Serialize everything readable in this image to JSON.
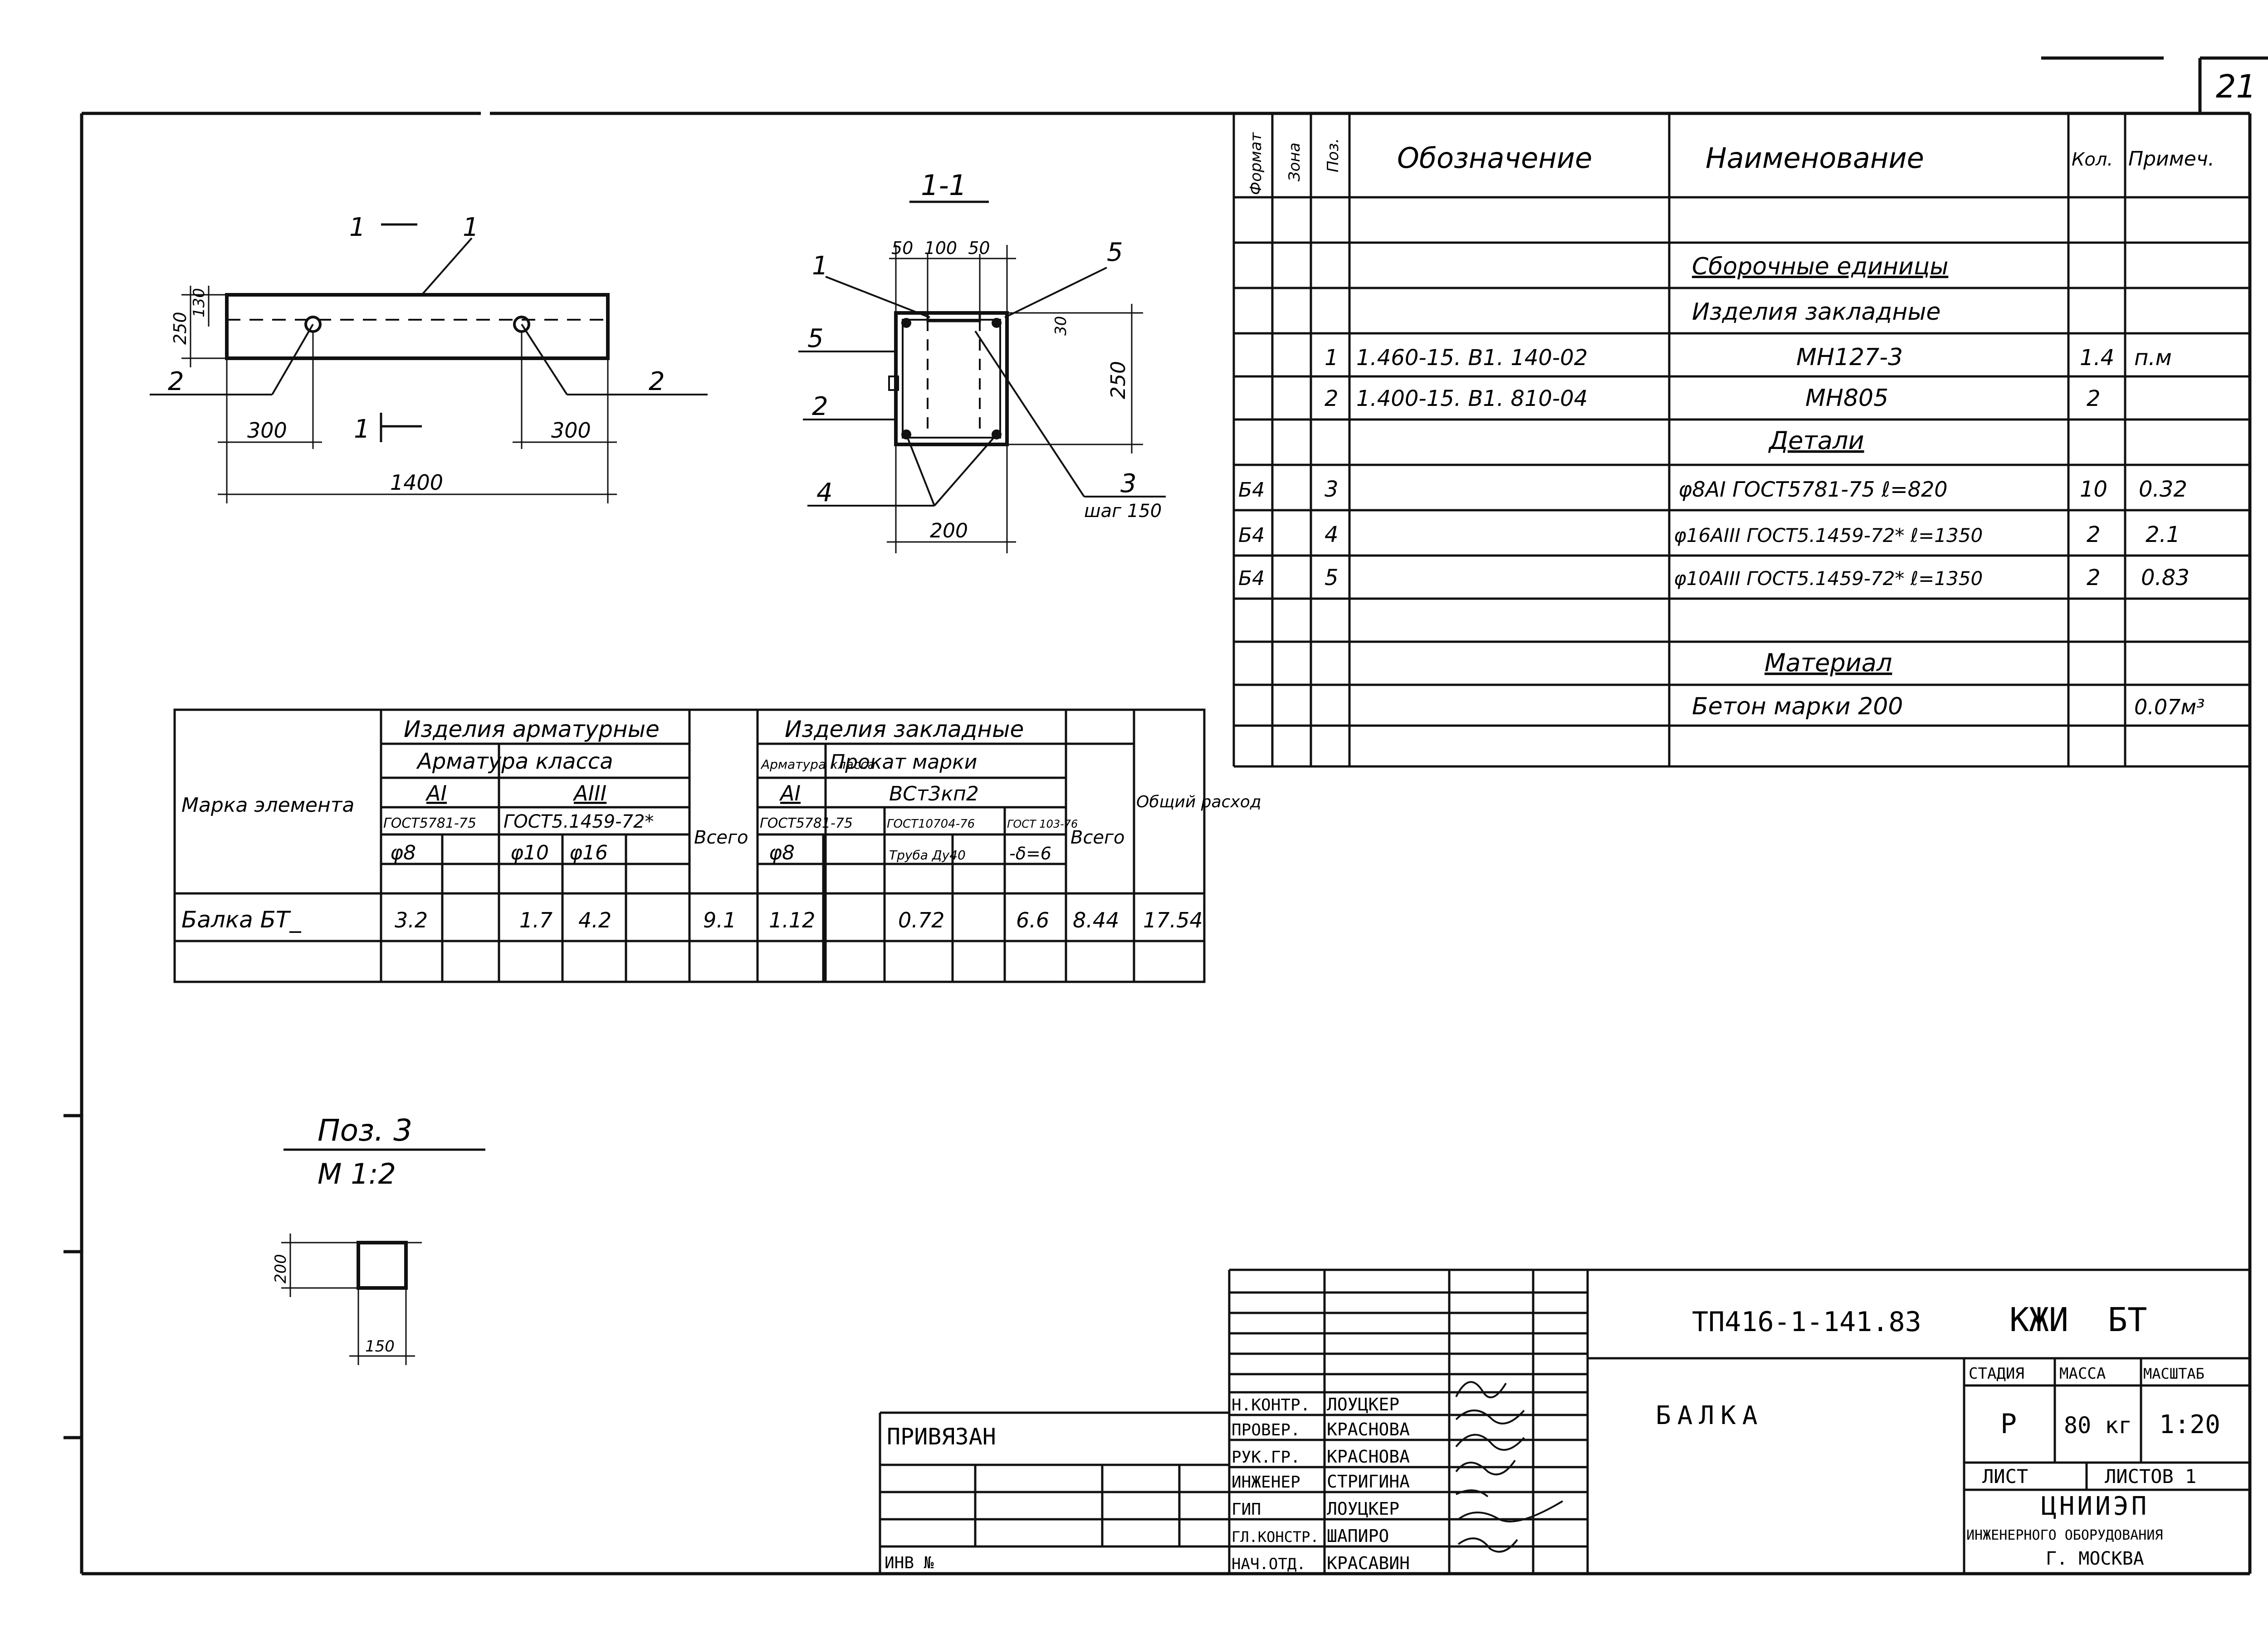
{
  "sheet_number": "21",
  "spec": {
    "headers": {
      "format": "Формат",
      "zone": "Зона",
      "pos": "Поз.",
      "designation": "Обозначение",
      "name": "Наименование",
      "qty": "Кол.",
      "note": "Примеч."
    },
    "section_assembly": "Сборочные единицы",
    "section_embedded": "Изделия закладные",
    "rows_embedded": [
      {
        "pos": "1",
        "designation": "1.460-15. В1. 140-02",
        "name": "МН127-3",
        "qty": "1.4",
        "note": "п.м"
      },
      {
        "pos": "2",
        "designation": "1.400-15. В1. 810-04",
        "name": "МН805",
        "qty": "2",
        "note": ""
      }
    ],
    "section_details": "Детали",
    "rows_details": [
      {
        "format": "Б4",
        "pos": "3",
        "name": "φ8AI  ГОСТ5781-75   ℓ=820",
        "qty": "10",
        "note": "0.32"
      },
      {
        "format": "Б4",
        "pos": "4",
        "name": "φ16AIII ГОСТ5.1459-72*  ℓ=1350",
        "qty": "2",
        "note": "2.1"
      },
      {
        "format": "Б4",
        "pos": "5",
        "name": "φ10AIII ГОСТ5.1459-72*  ℓ=1350",
        "qty": "2",
        "note": "0.83"
      }
    ],
    "section_material": "Материал",
    "material": {
      "name": "Бетон  марки  200",
      "note": "0.07м³"
    }
  },
  "view_elevation": {
    "label_1a": "1",
    "label_1b": "1",
    "label_1c": "1",
    "label_2a": "2",
    "label_2b": "2",
    "dim_height": "250",
    "dim_inner": "130",
    "dim_left": "300",
    "dim_right": "300",
    "dim_total": "1400"
  },
  "view_section": {
    "title": "1-1",
    "dim_top": "50  100  50",
    "dim_30": "30",
    "dim_250": "250",
    "dim_200": "200",
    "label_1": "1",
    "label_5a": "5",
    "label_5b": "5",
    "label_2": "2",
    "label_4": "4",
    "label_3": "3",
    "label_step": "шаг 150"
  },
  "consumption": {
    "col_mark": "Марка элемента",
    "grp_reinf": "Изделия  арматурные",
    "grp_embedded": "Изделия  закладные",
    "sub_reinf_class": "Арматура  класса",
    "sub_emb_class": "Арматура класса",
    "sub_rolled": "Прокат  марки",
    "cls_AI": "AI",
    "cls_AIII": "AIII",
    "cls_AI_2": "AI",
    "grade": "ВСт3кп2",
    "std_1": "ГОСТ5781-75",
    "std_2": "ГОСТ5.1459-72*",
    "std_3": "ГОСТ5781-75",
    "std_4": "ГОСТ10704-76",
    "std_5": "ГОСТ 103-76",
    "d_8": "φ8",
    "d_10": "φ10",
    "d_16": "φ16",
    "d_8b": "φ8",
    "d_pipe": "Труба Ду40",
    "d_plate": "-δ=6",
    "col_total": "Всего",
    "col_total2": "Всего",
    "col_overall": "Общий расход",
    "row": {
      "mark": "Балка  БТ_",
      "v_8": "3.2",
      "v_10": "1.7",
      "v_16": "4.2",
      "total1": "9.1",
      "v_8b": "1.12",
      "v_pipe": "0.72",
      "v_plate": "6.6",
      "total2": "8.44",
      "overall": "17.54"
    }
  },
  "pos3": {
    "title": "Поз. 3",
    "scale": "М 1:2",
    "dim_200": "200",
    "dim_150": "150"
  },
  "stamp": {
    "doc_code": "ТП416-1-141.83",
    "doc_mark": "КЖИ  БТ",
    "title": "БАЛКА",
    "stage_h": "СТАДИЯ",
    "mass_h": "МАССА",
    "scale_h": "МАСШТАБ",
    "stage": "Р",
    "mass": "80 кг",
    "scale": "1:20",
    "sheet_h": "ЛИСТ",
    "sheets_h": "ЛИСТОВ 1",
    "org_1": "ЦНИИЭП",
    "org_2": "ИНЖЕНЕРНОГО ОБОРУДОВАНИЯ",
    "org_3": "Г. МОСКВА",
    "linked": "ПРИВЯЗАН",
    "inv": "ИНВ №",
    "roles": [
      "Н.КОНТР.",
      "ПРОВЕР.",
      "РУК.ГР.",
      "ИНЖЕНЕР",
      "ГИП",
      "ГЛ.КОНСТР.",
      "НАЧ.ОТД."
    ],
    "people": [
      "ЛОУЦКЕР",
      "КРАСНОВА",
      "КРАСНОВА",
      "СТРИГИНА",
      "ЛОУЦКЕР",
      "ШАПИРО",
      "КРАСАВИН"
    ]
  }
}
